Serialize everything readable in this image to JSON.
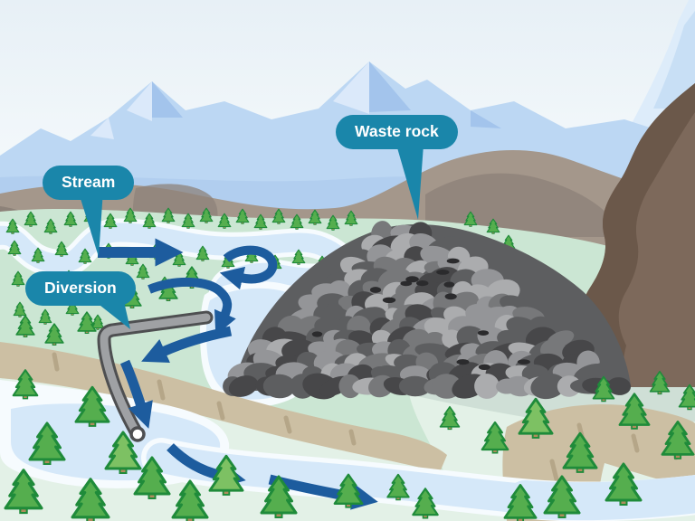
{
  "diagram": {
    "type": "environmental-illustration",
    "labels": {
      "stream": "Stream",
      "diversion": "Diversion",
      "waste_rock": "Waste rock"
    },
    "colors": {
      "label_bubble": "#1a86aa",
      "label_text": "#ffffff",
      "flow_arrow": "#1d5c9e",
      "sky_top": "#e7f0f6",
      "sky_bottom": "#f9fcfd",
      "ice": "#ddecfa",
      "ice_shadow": "#c8dff5",
      "mountain": "#bcd7f3",
      "mountain_highlight": "#dbe9fa",
      "mountain_shadow": "#a3c4ec",
      "hill": "#a4978b",
      "hill_shadow": "#8d8279",
      "outcrop": "#6b584a",
      "outcrop_highlight": "#7d695b",
      "valley_upper": "#cbe6d3",
      "valley_lower": "#e3f1e7",
      "seep": "#cfdfd6",
      "water": "#d5e8f9",
      "water_casing": "#f6fbfe",
      "cliff": "#ccbfa3",
      "cliff_streak": "#b0a184",
      "pipe_dark": "#4e4f51",
      "pipe_body": "#9fa1a4",
      "rock_dark": "#474749",
      "rock_mid_dark": "#5d5e60",
      "rock_mid": "#77787a",
      "rock_light": "#949598",
      "rock_pale": "#abacae",
      "rock_dot": "#2b2b2d",
      "tree_fill": "#55ae4e",
      "tree_fill_light": "#7dc163",
      "tree_outline": "#1f8b3a",
      "tree_trunk": "#b08d5c"
    }
  }
}
